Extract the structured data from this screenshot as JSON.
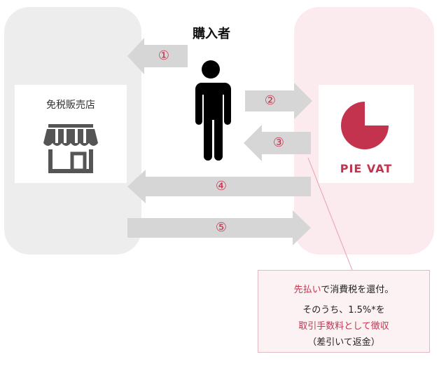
{
  "buyer": {
    "label": "購入者"
  },
  "store": {
    "label": "免税販売店",
    "icon": "storefront-icon"
  },
  "refund_service": {
    "brand": "PIE VAT",
    "logo": "pie-chart-logo-icon",
    "brand_color": "#c4334e"
  },
  "steps": [
    {
      "number": "①"
    },
    {
      "number": "②"
    },
    {
      "number": "③"
    },
    {
      "number": "④"
    },
    {
      "number": "⑤"
    }
  ],
  "note": {
    "line1_highlight": "先払い",
    "line1_rest": "で消費税を還付。",
    "line2": "そのうち、1.5%*を",
    "line3": "取引手数料として徴収",
    "line4": "（差引いて返金）"
  },
  "colors": {
    "accent": "#c4334e",
    "arrow": "#d6d6d6",
    "left_panel": "#ededed",
    "right_panel": "#fbeaee"
  }
}
